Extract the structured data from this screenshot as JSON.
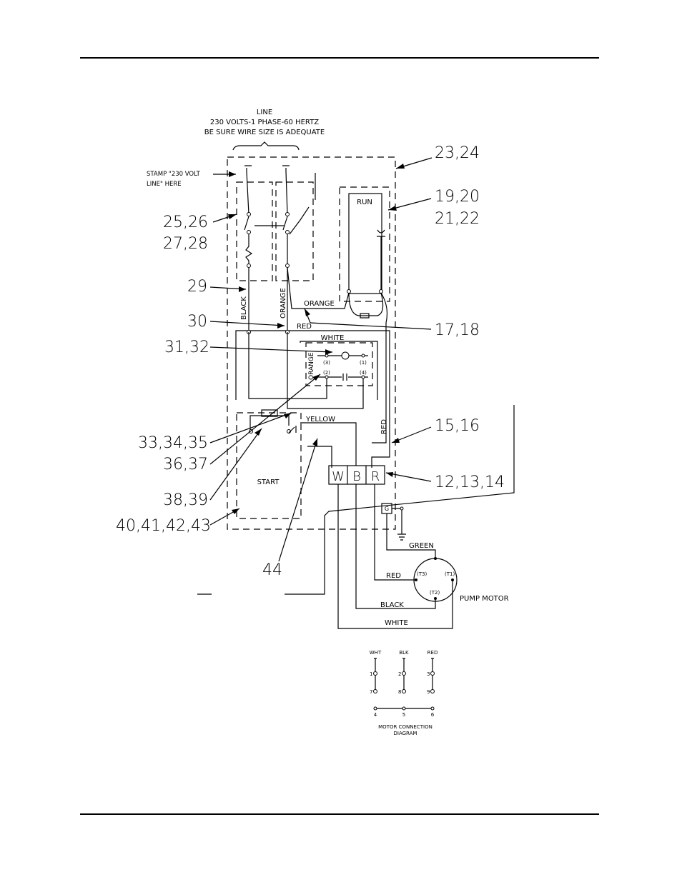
{
  "header": {
    "line_title": "LINE",
    "line_spec": "230 VOLTS-1 PHASE-60 HERTZ",
    "line_note": "BE SURE WIRE SIZE IS ADEQUATE",
    "stamp_1": "STAMP \"230 VOLT",
    "stamp_2": "LINE\" HERE"
  },
  "callouts": {
    "c_23_24": "23,24",
    "c_19_20": "19,20",
    "c_21_22": "21,22",
    "c_25_26": "25,26",
    "c_27_28": "27,28",
    "c_29": "29",
    "c_30": "30",
    "c_17_18": "17,18",
    "c_31_32": "31,32",
    "c_15_16": "15,16",
    "c_33_34_35": "33,34,35",
    "c_36_37": "36,37",
    "c_12_13_14": "12,13,14",
    "c_38_39": "38,39",
    "c_40_43": "40,41,42,43",
    "c_44": "44"
  },
  "wires": {
    "black": "BLACK",
    "orange": "ORANGE",
    "orange_h": "ORANGE",
    "red_h": "RED",
    "white": "WHITE",
    "orange_small": "ORANGE",
    "yellow": "YELLOW",
    "red_v": "RED",
    "green": "GREEN",
    "red_motor": "RED",
    "black_motor": "BLACK",
    "white_motor": "WHITE"
  },
  "components": {
    "run": "RUN",
    "start": "START",
    "term_w": "W",
    "term_b": "B",
    "term_r": "R",
    "ground": "G",
    "t3": "(T3)",
    "t1": "(T1)",
    "t2": "(T2)",
    "pump_motor": "PUMP MOTOR",
    "relay_3": "(3)",
    "relay_1": "(1)",
    "relay_2": "(2)",
    "relay_4": "(4)"
  },
  "motor_diagram": {
    "wht": "WHT",
    "blk": "BLK",
    "red": "RED",
    "n1": "1",
    "n2": "2",
    "n3": "3",
    "n7": "7",
    "n8": "8",
    "n9": "9",
    "n4": "4",
    "n5": "5",
    "n6": "6",
    "caption_1": "MOTOR CONNECTION",
    "caption_2": "DIAGRAM"
  }
}
